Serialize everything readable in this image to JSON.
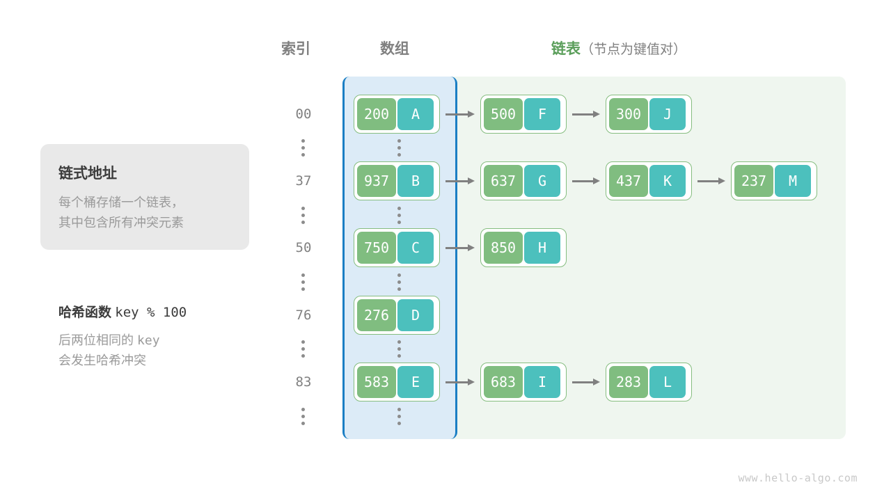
{
  "headers": {
    "index": "索引",
    "array": "数组",
    "list_main": "链表",
    "list_sub": "（节点为键值对）"
  },
  "info_card": {
    "title": "链式地址",
    "line1": "每个桶存储一个链表，",
    "line2": "其中包含所有冲突元素"
  },
  "hash": {
    "title_label": "哈希函数",
    "title_expr": "key % 100",
    "desc_line1_a": "后两位相同的 ",
    "desc_line1_b": "key",
    "desc_line2": "会发生哈希冲突"
  },
  "watermark": "www.hello-algo.com",
  "colors": {
    "key_box": "#80bd80",
    "value_box": "#4cc0bd",
    "node_border": "#85bd7f",
    "array_panel_bg": "#dcebf7",
    "array_panel_border": "#1a7ec4",
    "list_panel_bg": "#eff6ef",
    "arrow": "#808080",
    "index_text": "#808080",
    "accent_green": "#5a9e5a",
    "card_bg": "#e9e9e9"
  },
  "buckets": [
    {
      "index": "00",
      "nodes": [
        {
          "key": "200",
          "value": "A"
        },
        {
          "key": "500",
          "value": "F"
        },
        {
          "key": "300",
          "value": "J"
        }
      ]
    },
    {
      "index": "37",
      "nodes": [
        {
          "key": "937",
          "value": "B"
        },
        {
          "key": "637",
          "value": "G"
        },
        {
          "key": "437",
          "value": "K"
        },
        {
          "key": "237",
          "value": "M"
        }
      ]
    },
    {
      "index": "50",
      "nodes": [
        {
          "key": "750",
          "value": "C"
        },
        {
          "key": "850",
          "value": "H"
        }
      ]
    },
    {
      "index": "76",
      "nodes": [
        {
          "key": "276",
          "value": "D"
        }
      ]
    },
    {
      "index": "83",
      "nodes": [
        {
          "key": "583",
          "value": "E"
        },
        {
          "key": "683",
          "value": "I"
        },
        {
          "key": "283",
          "value": "L"
        }
      ]
    }
  ],
  "ellipsis_glyph": "⋮"
}
